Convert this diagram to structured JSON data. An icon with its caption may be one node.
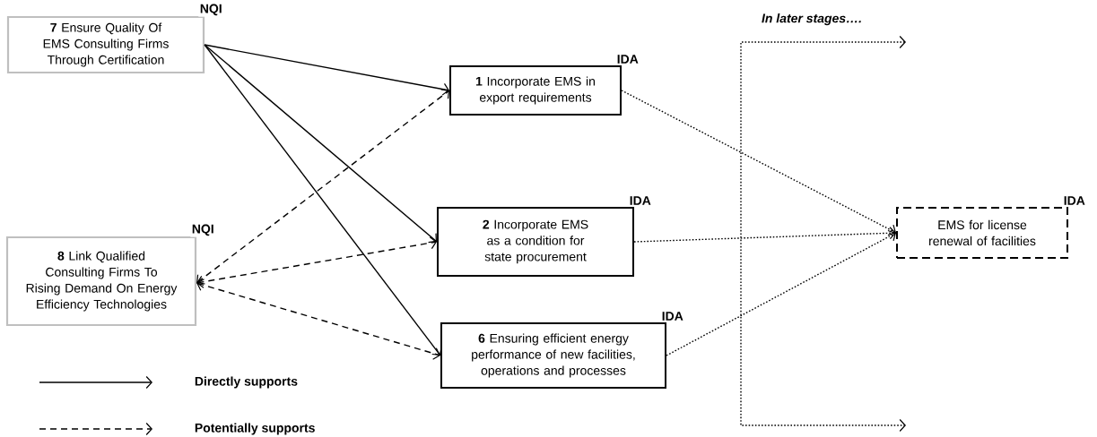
{
  "diagram": {
    "nodes": [
      {
        "text": [
          "**7** Ensure Quality Of EMS Consulting Firms Through Certification"
        ],
        "beside": [
          "NQI"
        ]
      },
      {
        "text": [
          "**8** Link Qualified Consulting Firms To Rising Demand On Energy Efficiency Technologies"
        ],
        "beside": [
          "NQI"
        ]
      },
      {
        "text": [
          "**1** Incorporate EMS in export requirements"
        ],
        "beside": [
          "IDA"
        ]
      },
      {
        "text": [
          "**2** Incorporate EMS as a condition for state procurement"
        ],
        "beside": [
          "IDA"
        ]
      },
      {
        "text": [
          "**6** Ensuring efficient energy performance of new facilities, operations and processes"
        ],
        "beside": [
          "IDA"
        ]
      },
      {
        "text": [
          "EMS for license renewal of facilities"
        ],
        "beside": [
          "IDA"
        ]
      }
    ],
    "edges": [
      {
        "from": 0,
        "to": 2,
        "arrow": "to"
      },
      {
        "from": 0,
        "to": 3,
        "arrow": "to"
      },
      {
        "from": 0,
        "to": 4,
        "arrow": "to"
      },
      {
        "from": 1,
        "to": 2,
        "arrow": "both",
        "style": "dashed"
      },
      {
        "from": 1,
        "to": 3,
        "arrow": "both",
        "style": "dashed"
      },
      {
        "from": 1,
        "to": 4,
        "arrow": "both",
        "style": "dashed"
      },
      {
        "from": 2,
        "to": 5,
        "arrow": "to",
        "style": "dashed"
      },
      {
        "from": 3,
        "to": 5,
        "arrow": "to",
        "style": "dashed"
      },
      {
        "from": 4,
        "to": 5,
        "arrow": "to",
        "style": "dashed"
      }
    ],
    "labels": [
      "In later stages…."
    ],
    "legend": [
      {
        "text": "Directly supports"
      },
      {
        "text": "Potentially supports"
      }
    ]
  }
}
